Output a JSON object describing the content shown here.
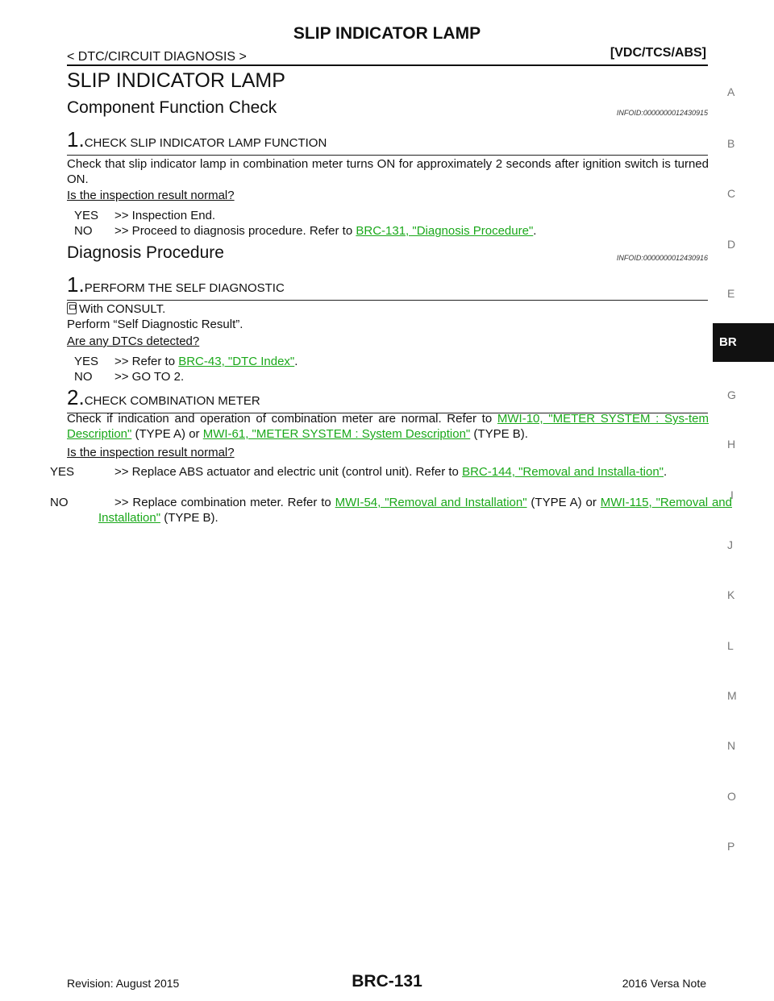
{
  "header": {
    "title": "SLIP INDICATOR LAMP",
    "breadcrumb": "< DTC/CIRCUIT DIAGNOSIS >",
    "system": "[VDC/TCS/ABS]"
  },
  "page_title": "SLIP INDICATOR LAMP",
  "component_check": {
    "heading": "Component Function Check",
    "infoid": "INFOID:0000000012430915",
    "step1": {
      "num": "1.",
      "title": "CHECK SLIP INDICATOR LAMP FUNCTION",
      "body": "Check that slip indicator lamp in combination meter turns ON for approximately 2 seconds after ignition switch is turned ON.",
      "question": "Is the inspection result normal?",
      "yes_key": "YES",
      "yes_text": ">> Inspection End.",
      "no_key": "NO",
      "no_text": ">> Proceed to diagnosis procedure. Refer to ",
      "no_link": "BRC-131, \"Diagnosis Procedure\"",
      "no_end": "."
    }
  },
  "diagnosis": {
    "heading": "Diagnosis Procedure",
    "infoid": "INFOID:0000000012430916",
    "step1": {
      "num": "1.",
      "title": "PERFORM THE SELF DIAGNOSTIC",
      "consult": "With CONSULT.",
      "body": "Perform “Self Diagnostic Result”.",
      "question": "Are any DTCs detected?",
      "yes_key": "YES",
      "yes_text": ">> Refer to ",
      "yes_link": "BRC-43, \"DTC Index\"",
      "yes_end": ".",
      "no_key": "NO",
      "no_text": ">> GO TO 2."
    },
    "step2": {
      "num": "2.",
      "title": "CHECK COMBINATION METER",
      "body_a": "Check if indication and operation of combination meter are normal. Refer to ",
      "link_a": "MWI-10, \"METER SYSTEM : Sys-tem Description\"",
      "body_b": " (TYPE A) or ",
      "link_b": "MWI-61, \"METER SYSTEM : System Description\"",
      "body_c": " (TYPE B).",
      "question": "Is the inspection result normal?",
      "yes_key": "YES",
      "yes_text": ">> Replace ABS actuator and electric unit (control unit). Refer to ",
      "yes_link": "BRC-144, \"Removal and Installa-tion\"",
      "yes_end": ".",
      "no_key": "NO",
      "no_text": ">> Replace combination meter. Refer to ",
      "no_link_a": "MWI-54, \"Removal and Installation\"",
      "no_mid": " (TYPE A) or ",
      "no_link_b": "MWI-115, \"Removal and Installation\"",
      "no_end": " (TYPE B)."
    }
  },
  "sidebar": {
    "letters": [
      "A",
      "B",
      "C",
      "D",
      "E",
      "G",
      "H",
      "I",
      "J",
      "K",
      "L",
      "M",
      "N",
      "O",
      "P"
    ],
    "active": "BR"
  },
  "footer": {
    "revision": "Revision: August 2015",
    "page": "BRC-131",
    "model": "2016 Versa Note"
  },
  "colors": {
    "link": "#1aa81a",
    "tab": "#111111"
  }
}
